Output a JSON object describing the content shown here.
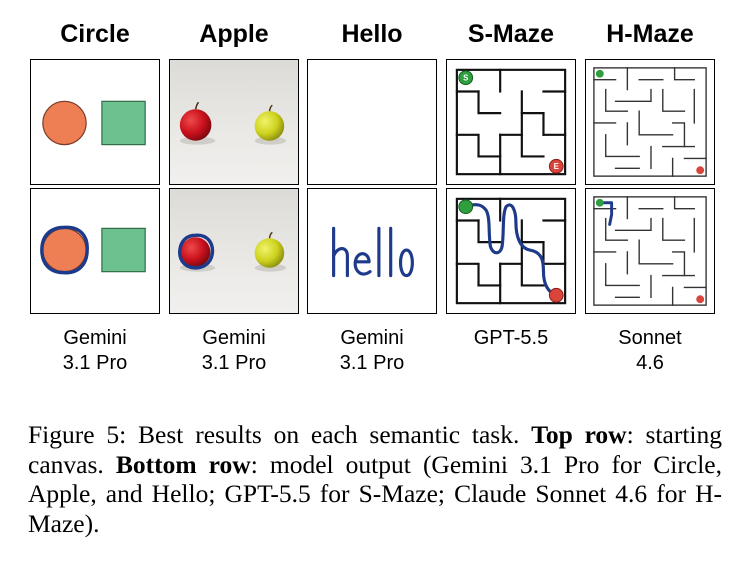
{
  "columns": [
    {
      "title": "Circle",
      "model_line1": "Gemini",
      "model_line2": "3.1 Pro"
    },
    {
      "title": "Apple",
      "model_line1": "Gemini",
      "model_line2": "3.1 Pro"
    },
    {
      "title": "Hello",
      "model_line1": "Gemini",
      "model_line2": "3.1 Pro"
    },
    {
      "title": "S-Maze",
      "model_line1": "GPT-5.5",
      "model_line2": ""
    },
    {
      "title": "H-Maze",
      "model_line1": "Sonnet",
      "model_line2": "4.6"
    }
  ],
  "hello_text": "hello",
  "maze_start_label": "S",
  "maze_end_label": "E",
  "colors": {
    "circle_fill": "#ee7f55",
    "square_fill": "#6cc18f",
    "stroke_blue": "#1e3a8a",
    "apple_red": "#c8101c",
    "apple_yellow": "#cdd21e",
    "start_green": "#2e9e3e",
    "end_red": "#d9453a"
  },
  "caption": {
    "lead": "Figure 5: Best results on each semantic task. ",
    "top_label": "Top row",
    "top_text": ": starting canvas. ",
    "bottom_label": "Bottom row",
    "bottom_text": ": model output (Gemini 3.1 Pro for Circle, Apple, and Hello; GPT-5.5 for S-Maze; Claude Sonnet 4.6 for H-Maze)."
  }
}
